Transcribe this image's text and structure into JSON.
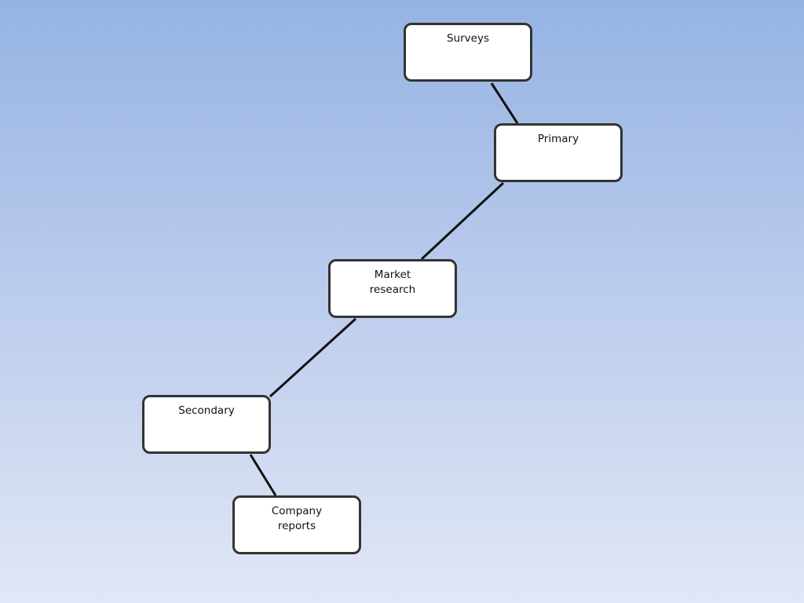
{
  "diagram": {
    "type": "tree",
    "nodes": [
      {
        "id": "surveys",
        "label": "Surveys"
      },
      {
        "id": "primary",
        "label": "Primary"
      },
      {
        "id": "market_research",
        "label": "Market\nresearch"
      },
      {
        "id": "secondary",
        "label": "Secondary"
      },
      {
        "id": "company_reports",
        "label": "Company\nreports"
      }
    ],
    "edges": [
      {
        "from": "market_research",
        "to": "primary"
      },
      {
        "from": "market_research",
        "to": "secondary"
      },
      {
        "from": "primary",
        "to": "surveys"
      },
      {
        "from": "secondary",
        "to": "company_reports"
      }
    ]
  },
  "colors": {
    "background_top": "#95b3e3",
    "background_bottom": "#e1e7f5",
    "node_fill": "#ffffff",
    "node_border": "#333333",
    "connector": "#111111"
  }
}
